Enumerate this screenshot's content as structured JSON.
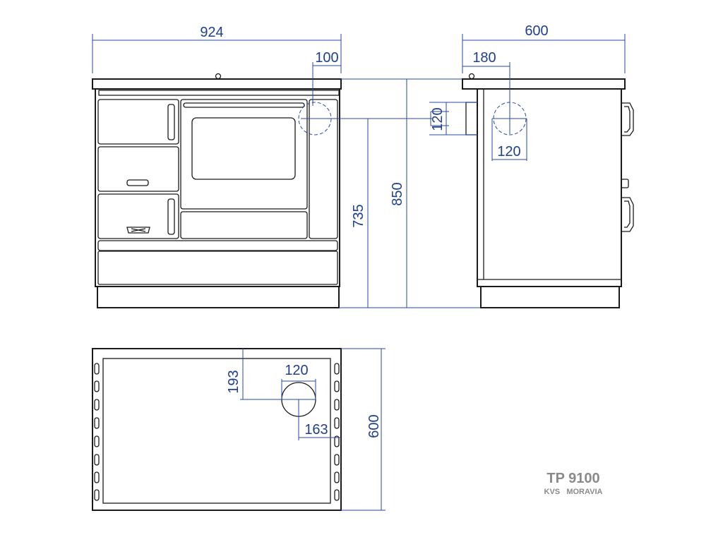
{
  "drawing": {
    "front_view": {
      "width_label": "924",
      "flue_offset_label": "100",
      "flue_height_label": "735",
      "total_height_label": "850"
    },
    "side_view": {
      "depth_label": "600",
      "flue_offset_label": "180",
      "flue_diameter_vertical_label": "120",
      "flue_diameter_horizontal_label": "120"
    },
    "top_view": {
      "flue_offset_label": "193",
      "flue_diameter_label": "120",
      "flue_side_offset_label": "163",
      "depth_label": "600"
    }
  },
  "brand": {
    "title": "TP 9100",
    "subtitle": "KVS   MORAVIA"
  }
}
